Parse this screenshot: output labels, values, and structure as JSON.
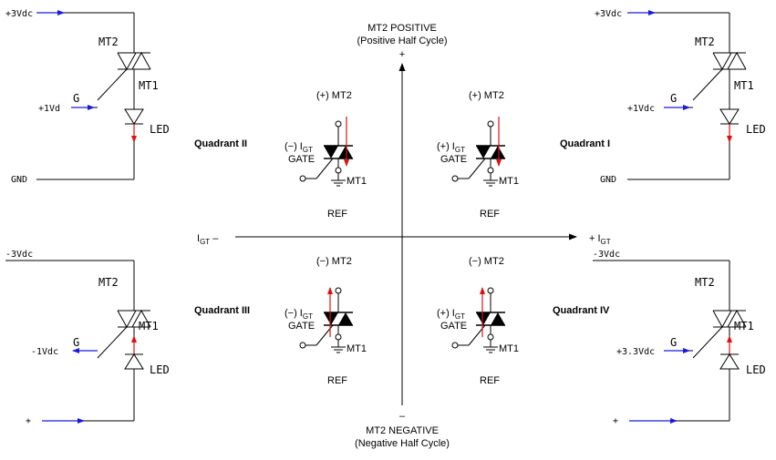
{
  "center": {
    "top_title": "MT2 POSITIVE",
    "top_sub": "(Positive Half Cycle)",
    "top_sign": "+",
    "bottom_sign": "–",
    "bottom_title": "MT2 NEGATIVE",
    "bottom_sub": "(Negative Half Cycle)",
    "left_axis": "I",
    "left_axis_sub": "GT",
    "left_axis_suffix": " –",
    "right_axis_prefix": "+ I",
    "right_axis_sub": "GT"
  },
  "quadrants": {
    "q1": "Quadrant I",
    "q2": "Quadrant II",
    "q3": "Quadrant III",
    "q4": "Quadrant IV"
  },
  "triac_symbols": {
    "plus_mt2": "(+) MT2",
    "minus_mt2": "(−) MT2",
    "plus_igt": "(+) I",
    "minus_igt": "(−) I",
    "igt_sub": "GT",
    "gate": "GATE",
    "mt1": "MT1",
    "ref": "REF"
  },
  "circuits": {
    "top_left": {
      "supply": "+3Vdc",
      "gate": "+1Vd",
      "bottom": "GND"
    },
    "top_right": {
      "supply": "+3Vdc",
      "gate": "+1Vdc",
      "bottom": "GND"
    },
    "bottom_left": {
      "supply": "-3Vdc",
      "gate": "-1Vdc",
      "bottom": "+"
    },
    "bottom_right": {
      "supply": "-3Vdc",
      "gate": "+3.3Vdc",
      "bottom": "+"
    },
    "mt2": "MT2",
    "mt1": "MT1",
    "g": "G",
    "led": "LED"
  },
  "colors": {
    "wire": "#000000",
    "control": "#1a1adc",
    "current": "#e01010"
  }
}
